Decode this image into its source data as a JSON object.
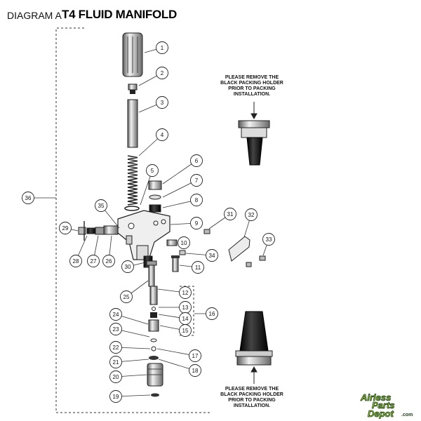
{
  "header": {
    "diagram_label": "DIAGRAM A",
    "title": "T4 FLUID MANIFOLD"
  },
  "notes": {
    "top": "PLEASE REMOVE THE BLACK PACKING HOLDER PRIOR TO PACKING INSTALLATION.",
    "bottom": "PLEASE REMOVE THE BLACK PACKING HOLDER PRIOR TO PACKING INSTALLATION."
  },
  "logo": {
    "line1": "Airless",
    "line2": "Parts",
    "line3": "Depot",
    "suffix": ".com"
  },
  "callouts": [
    "1",
    "2",
    "3",
    "4",
    "5",
    "6",
    "7",
    "8",
    "9",
    "10",
    "11",
    "12",
    "13",
    "14",
    "15",
    "16",
    "17",
    "18",
    "19",
    "20",
    "21",
    "22",
    "23",
    "24",
    "25",
    "26",
    "27",
    "28",
    "29",
    "30",
    "31",
    "32",
    "33",
    "34",
    "35",
    "36"
  ],
  "colors": {
    "line": "#222222",
    "part_dark": "#1a1a1a",
    "part_light": "#d9d9d9",
    "logo_green": "#9fd23a"
  }
}
